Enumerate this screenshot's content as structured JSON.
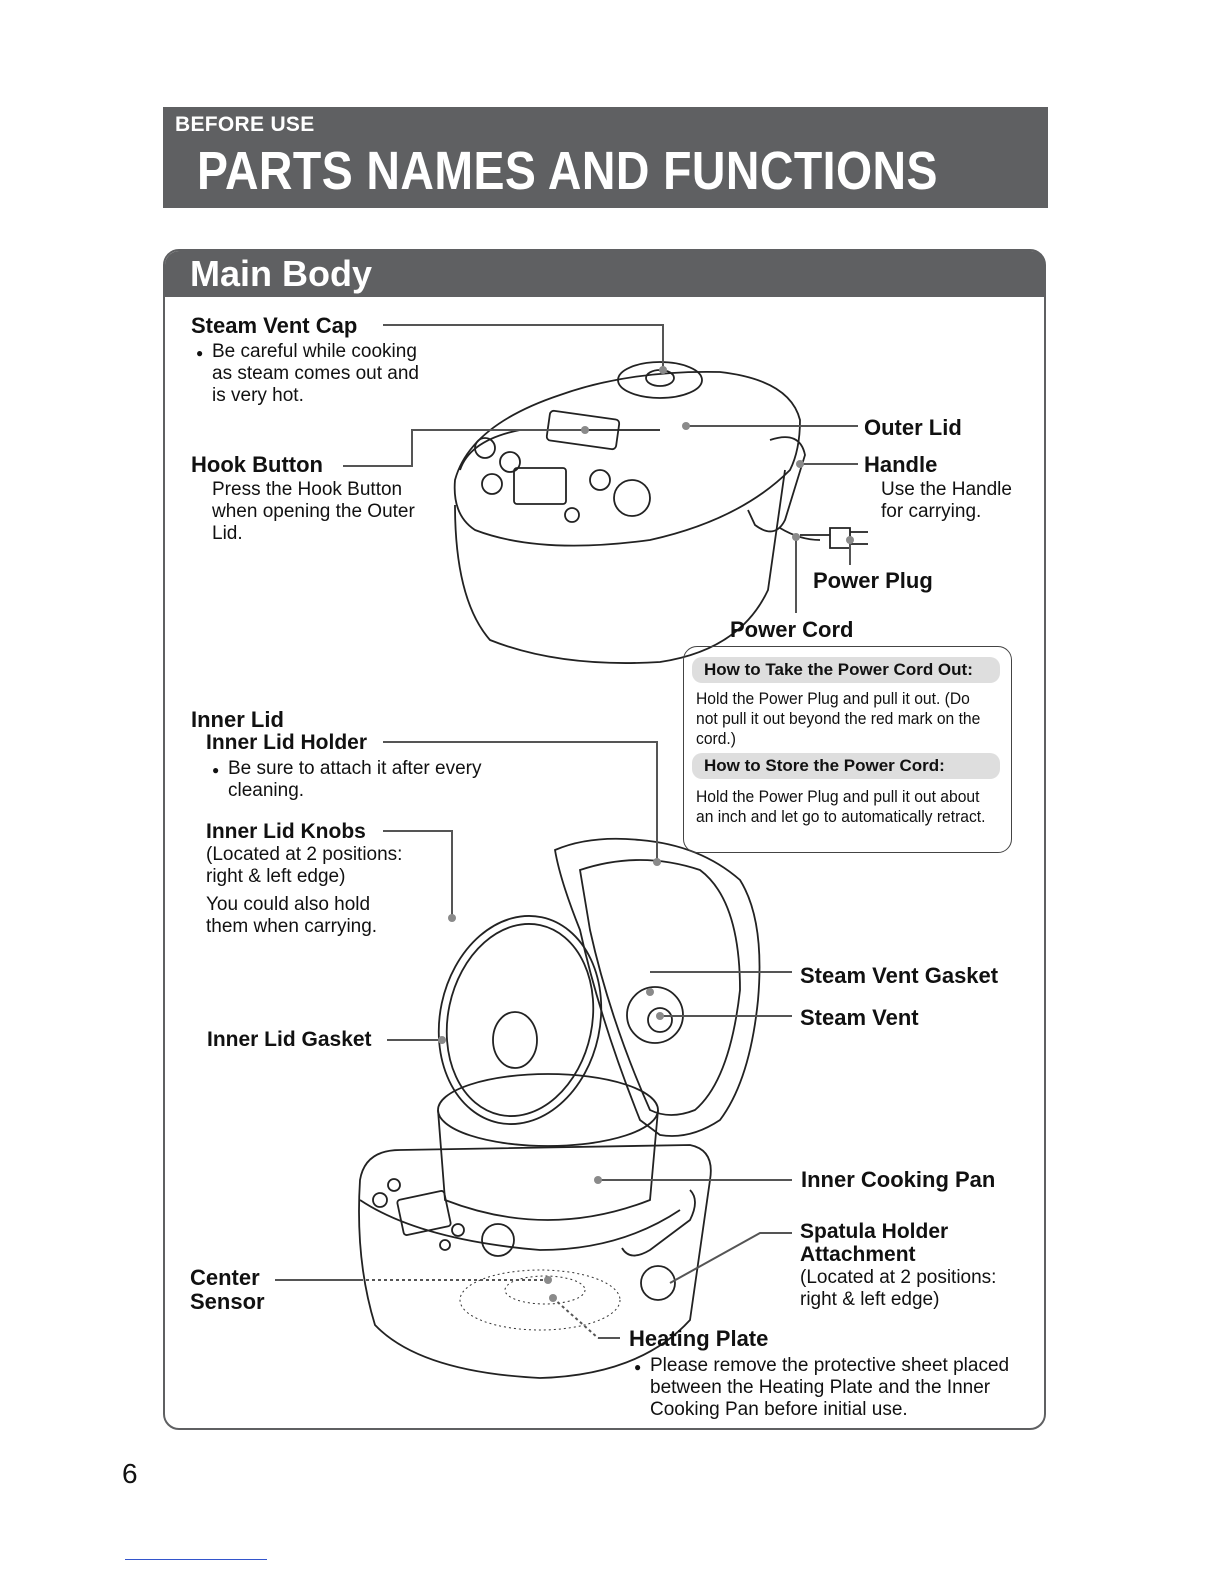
{
  "header": {
    "section": "BEFORE USE",
    "title": "PARTS NAMES AND FUNCTIONS"
  },
  "panel": {
    "title": "Main Body"
  },
  "labels": {
    "steam_vent_cap": "Steam Vent Cap",
    "steam_vent_cap_note": "Be careful while cooking as steam comes out and is very hot.",
    "hook_button": "Hook Button",
    "hook_button_note": "Press the Hook Button when opening the Outer Lid.",
    "outer_lid": "Outer Lid",
    "handle": "Handle",
    "handle_note": "Use the Handle for carrying.",
    "power_plug": "Power Plug",
    "power_cord": "Power Cord",
    "inner_lid": "Inner Lid",
    "inner_lid_holder": "Inner Lid Holder",
    "inner_lid_holder_note": "Be sure to attach it after every cleaning.",
    "inner_lid_knobs": "Inner Lid Knobs",
    "inner_lid_knobs_note": "(Located at 2 positions: right & left edge)",
    "inner_lid_knobs_note2": "You could also hold them when carrying.",
    "inner_lid_gasket": "Inner Lid Gasket",
    "steam_vent_gasket": "Steam Vent Gasket",
    "steam_vent": "Steam Vent",
    "inner_cooking_pan": "Inner Cooking Pan",
    "spatula_holder": "Spatula Holder Attachment",
    "spatula_holder_note": "(Located at 2 positions: right & left edge)",
    "center_sensor": "Center Sensor",
    "heating_plate": "Heating Plate",
    "heating_plate_note": "Please remove the protective sheet placed between the Heating Plate and the Inner Cooking Pan before initial use."
  },
  "cord_box": {
    "take_out_title": "How to Take the Power Cord Out:",
    "take_out_text": "Hold the Power Plug and pull it out. (Do not pull it out beyond the red mark on the cord.)",
    "store_title": "How to Store the Power Cord:",
    "store_text": "Hold the Power Plug and pull it out about an inch and let go to automatically retract."
  },
  "page_number": "6"
}
